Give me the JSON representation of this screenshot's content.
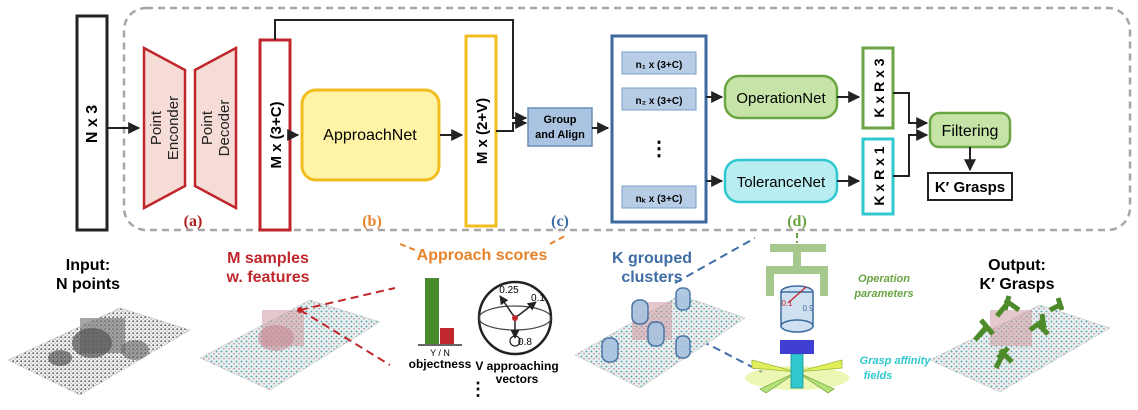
{
  "pipeline": {
    "input_box": "N x 3",
    "point_encoder": [
      "Point",
      "Enconder"
    ],
    "point_decoder": [
      "Point",
      "Decoder"
    ],
    "seed_features": "M x (3+C)",
    "approachnet": "ApproachNet",
    "approach_out": "M x (2+V)",
    "group_align": [
      "Group",
      "and Align"
    ],
    "clusters": {
      "row1": "n₁ x (3+C)",
      "row2": "n₂ x (3+C)",
      "dots": "⋮",
      "rowk": "nₖ x (3+C)"
    },
    "operationnet": "OperationNet",
    "tolerancenet": "ToleranceNet",
    "op_out": "K x R x 3",
    "tol_out": "K x R x 1",
    "filtering": "Filtering",
    "final": "K′ Grasps"
  },
  "stage_labels": {
    "a": "(a)",
    "b": "(b)",
    "c": "(c)",
    "d": "(d)"
  },
  "captions": {
    "input": [
      "Input:",
      "N points"
    ],
    "samples": [
      "M samples",
      "w. features"
    ],
    "approach_scores": "Approach scores",
    "yn": "Y / N",
    "objectness": "objectness",
    "v_approach": [
      "V approaching",
      "vectors"
    ],
    "sphere_values": [
      "0.25",
      "0.1",
      "0.8"
    ],
    "dots_bottom": "⋮",
    "grouped": [
      "K grouped",
      "clusters"
    ],
    "gripper_values": [
      "0.1",
      "0.9"
    ],
    "op_params": [
      "Operation",
      "parameters"
    ],
    "affinity": [
      "Grasp affinity",
      "fields"
    ],
    "output": [
      "Output:",
      "K′ Grasps"
    ]
  },
  "colors": {
    "encoder": "#c0272d",
    "encoder_fill": "#f6dcd6",
    "approach_stroke": "#f2bd1e",
    "approach_fill": "#fff3a6",
    "cluster_stroke": "#3d6a9e",
    "group_fill": "#a9c3e0",
    "op_stroke": "#6ca543",
    "op_fill": "#c7e4a8",
    "tol_stroke": "#2fc8cf",
    "tol_fill": "#b8eef2",
    "label_a": "#b02020",
    "label_b": "#e7822a",
    "label_c": "#3f6ea6",
    "label_d": "#6aa342"
  }
}
